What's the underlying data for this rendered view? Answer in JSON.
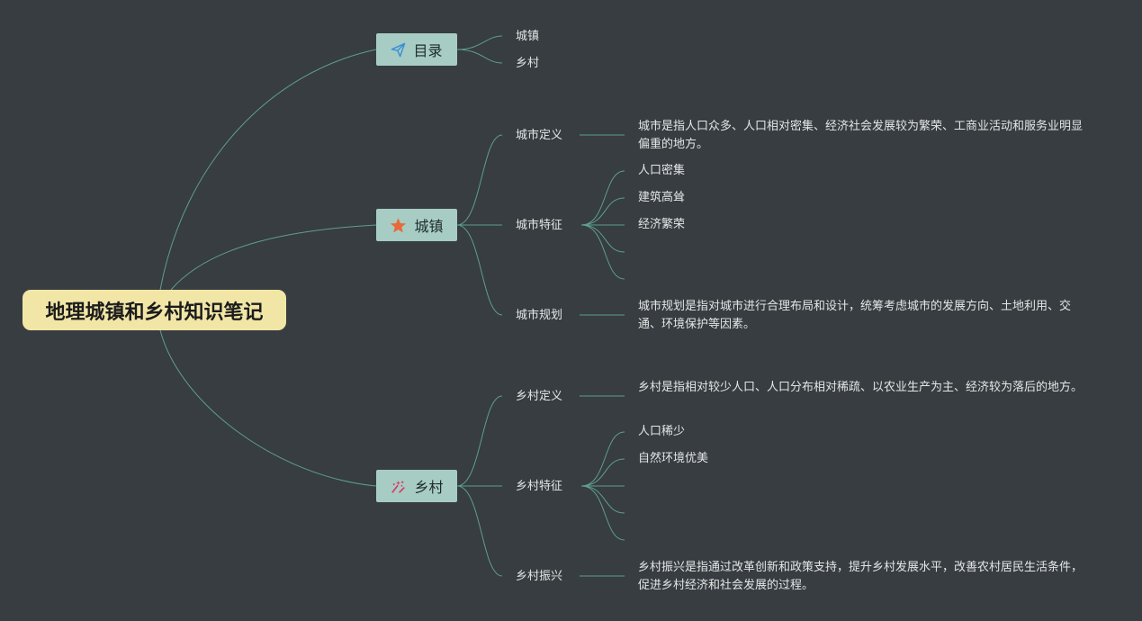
{
  "root": {
    "title": "地理城镇和乡村知识笔记"
  },
  "branches": {
    "catalog": {
      "label": "目录",
      "icon": "paper-plane-icon",
      "items": [
        "城镇",
        "乡村"
      ]
    },
    "town": {
      "label": "城镇",
      "icon": "star-icon",
      "definition": {
        "label": "城市定义",
        "text": "城市是指人口众多、人口相对密集、经济社会发展较为繁荣、工商业活动和服务业明显偏重的地方。"
      },
      "features": {
        "label": "城市特征",
        "items": [
          "人口密集",
          "建筑高耸",
          "经济繁荣",
          "",
          ""
        ]
      },
      "planning": {
        "label": "城市规划",
        "text": "城市规划是指对城市进行合理布局和设计，统筹考虑城市的发展方向、土地利用、交通、环境保护等因素。"
      }
    },
    "village": {
      "label": "乡村",
      "icon": "sparkle-icon",
      "definition": {
        "label": "乡村定义",
        "text": "乡村是指相对较少人口、人口分布相对稀疏、以农业生产为主、经济较为落后的地方。"
      },
      "features": {
        "label": "乡村特征",
        "items": [
          "人口稀少",
          "自然环境优美",
          "",
          "",
          ""
        ]
      },
      "revitalization": {
        "label": "乡村振兴",
        "text": "乡村振兴是指通过改革创新和政策支持，提升乡村发展水平，改善农村居民生活条件，促进乡村经济和社会发展的过程。"
      }
    }
  },
  "colors": {
    "background": "#373d40",
    "link": "#5f9e92",
    "root_fill": "#f1e6a6",
    "main_fill": "#a7ccc4",
    "text": "#e3e6e6",
    "icon_plane": "#3a8fd6",
    "icon_star": "#e8693a",
    "icon_sparkle": "#d9365f"
  }
}
